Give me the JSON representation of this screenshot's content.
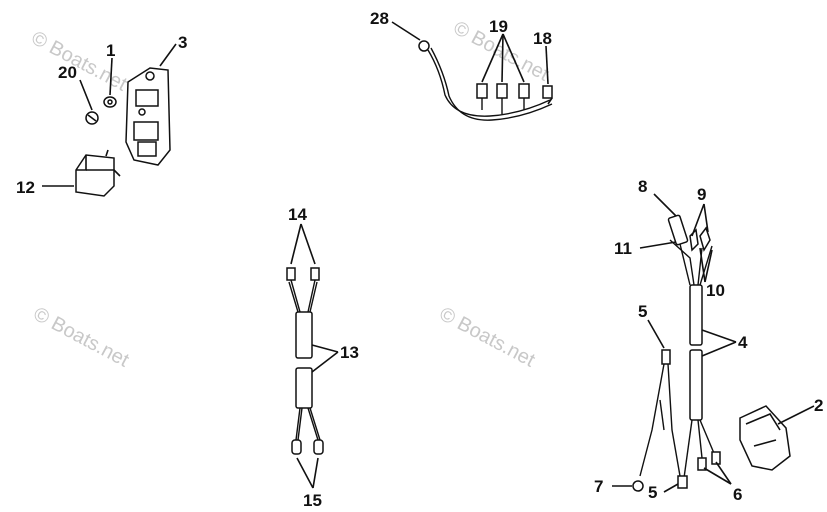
{
  "watermark": {
    "top_left": "© Boats.net",
    "top_center": "© Boats.net",
    "mid_left": "© Boats.net",
    "mid_center": "© Boats.net"
  },
  "callouts": {
    "c1": "1",
    "c2": "2",
    "c3": "3",
    "c4": "4",
    "c5a": "5",
    "c5b": "5",
    "c6": "6",
    "c7": "7",
    "c8": "8",
    "c9": "9",
    "c10": "10",
    "c11": "11",
    "c12": "12",
    "c13": "13",
    "c14": "14",
    "c15": "15",
    "c18": "18",
    "c19": "19",
    "c20": "20",
    "c28": "28"
  }
}
